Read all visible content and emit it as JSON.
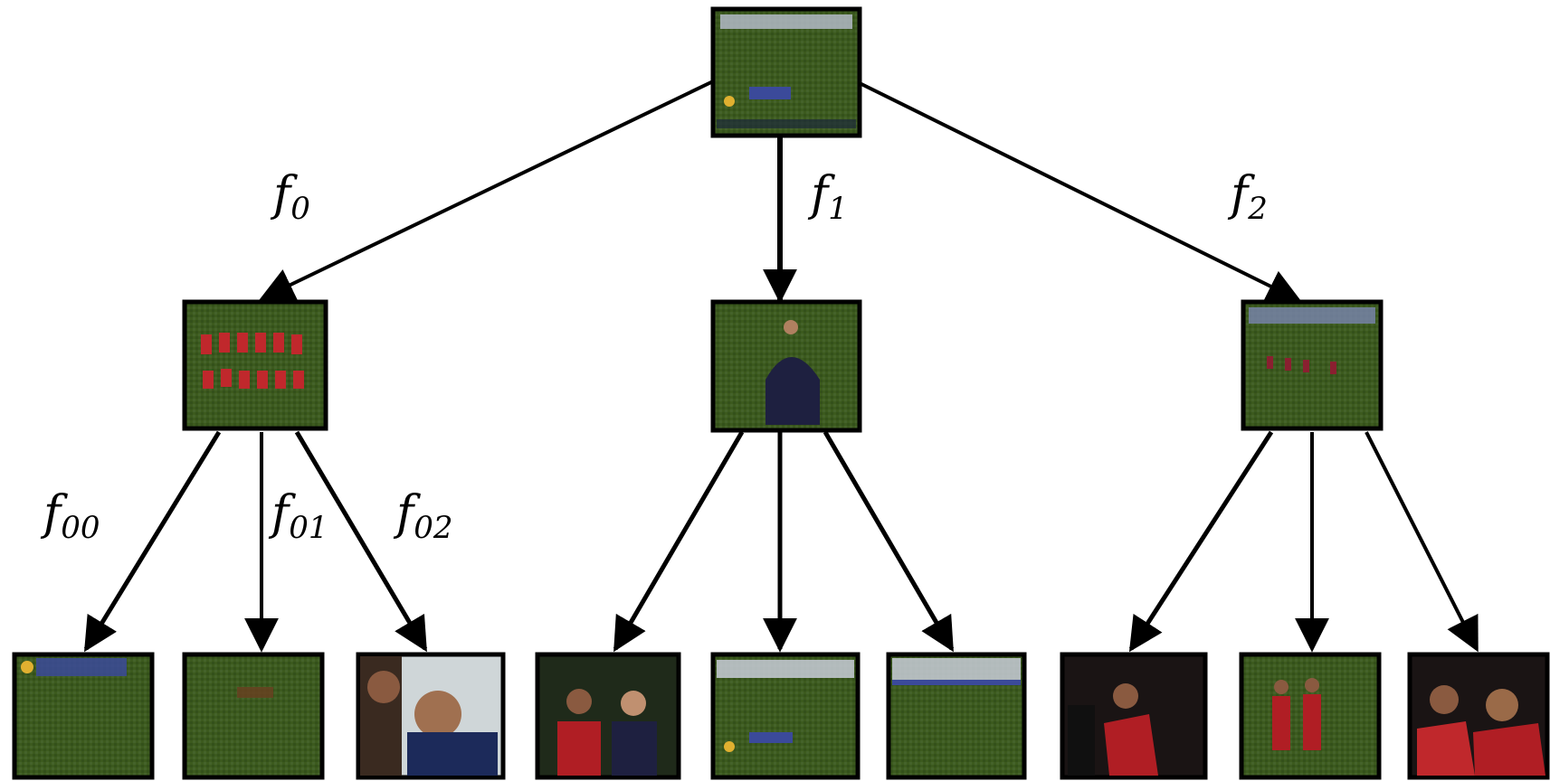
{
  "labels": {
    "f0": {
      "base": "f",
      "sub": "0"
    },
    "f1": {
      "base": "f",
      "sub": "1"
    },
    "f2": {
      "base": "f",
      "sub": "2"
    },
    "f00": {
      "base": "f",
      "sub": "00"
    },
    "f01": {
      "base": "f",
      "sub": "01"
    },
    "f02": {
      "base": "f",
      "sub": "02"
    }
  },
  "frames": {
    "root": {
      "scene": "wide shot of pitch with scoreboard overlay"
    },
    "level1": [
      {
        "scene": "team photo, players in red"
      },
      {
        "scene": "referee on pitch"
      },
      {
        "scene": "wide shot of players on pitch"
      }
    ],
    "level2": [
      {
        "scene": "pitch with graphic overlay"
      },
      {
        "scene": "wide shot of pitch"
      },
      {
        "scene": "close-up of faces"
      },
      {
        "scene": "player and referee"
      },
      {
        "scene": "pitch with scoreboard overlay"
      },
      {
        "scene": "wide shot of stadium and pitch"
      },
      {
        "scene": "dark close-up of player"
      },
      {
        "scene": "players celebrating"
      },
      {
        "scene": "close-up of players in red"
      }
    ]
  },
  "colors": {
    "pitch": "#3c5a1e",
    "pitch_dark": "#2e4716",
    "frame_border": "#000000",
    "arrow": "#000000",
    "kit_red": "#c0282c",
    "dark_scene": "#1a1414"
  }
}
